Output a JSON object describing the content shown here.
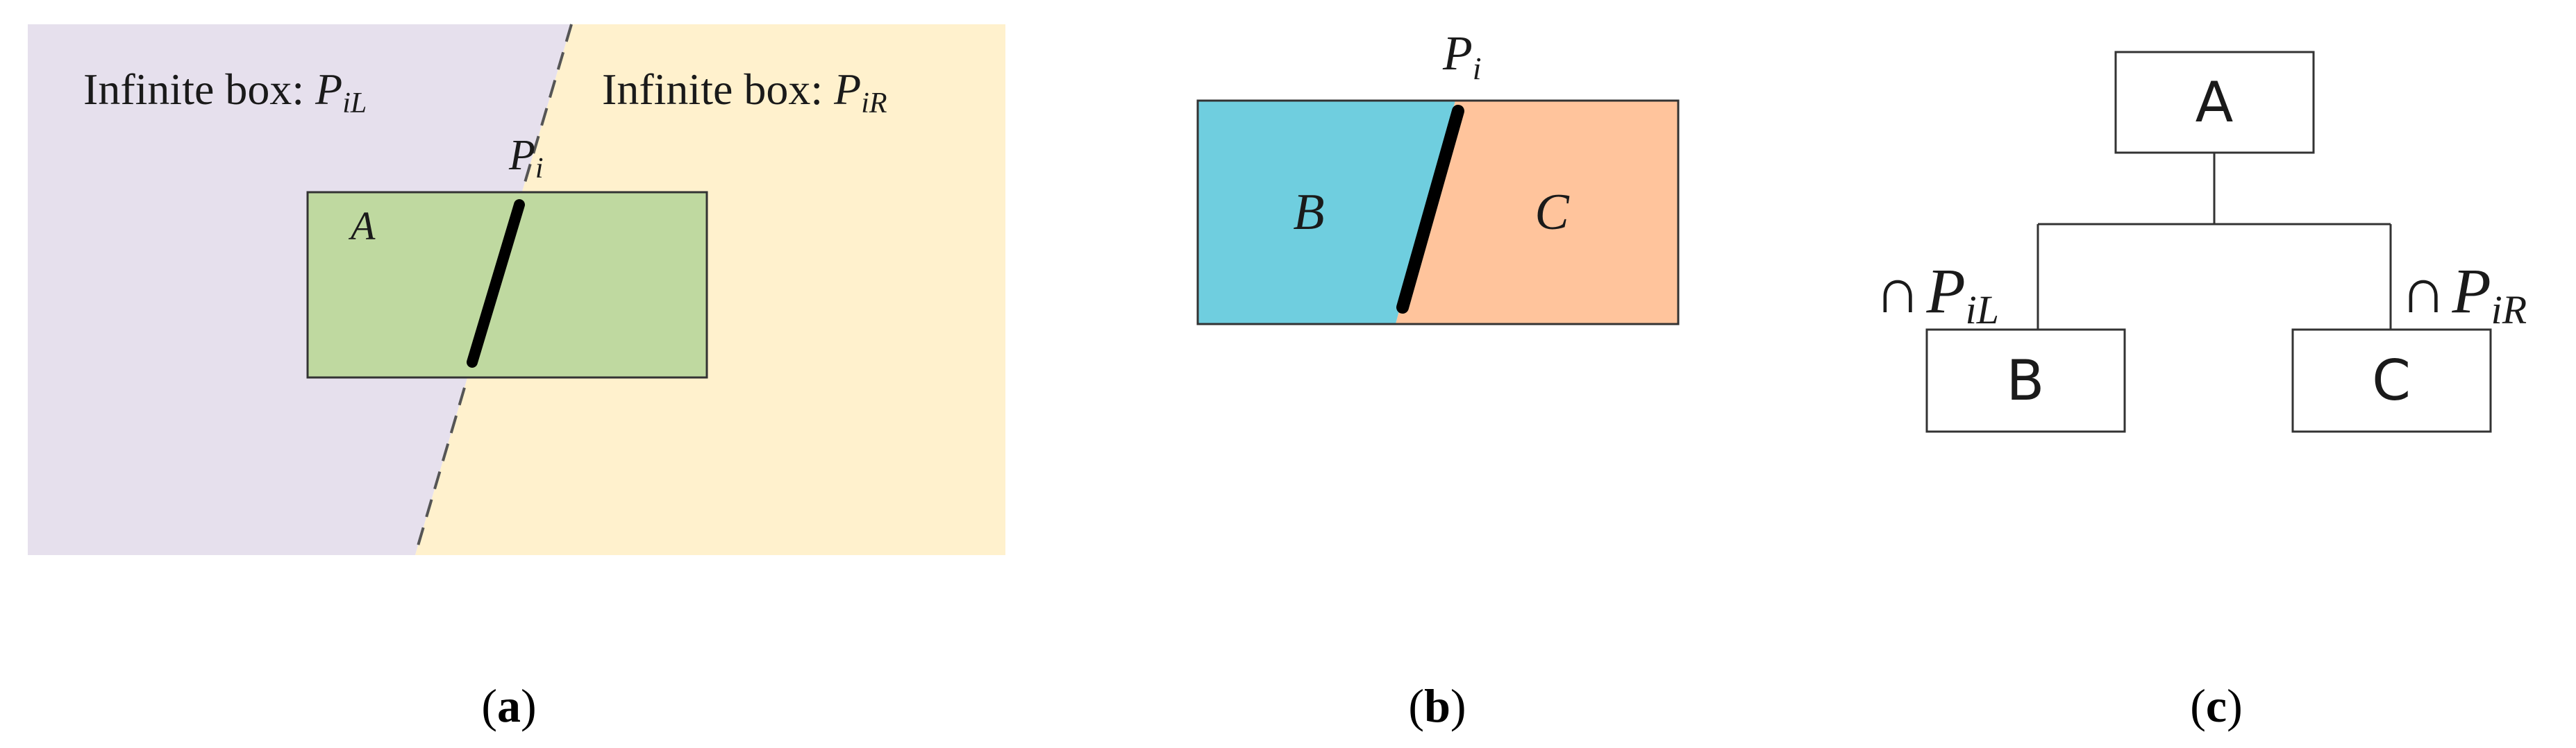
{
  "panel_a": {
    "left_label_text": "Infinite box: ",
    "left_label_sym": "P",
    "left_label_sub": "iL",
    "right_label_text": "Infinite box: ",
    "right_label_sym": "P",
    "right_label_sub": "iR",
    "plane_sym": "P",
    "plane_sub": "i",
    "box_label": "A",
    "caption": "a"
  },
  "panel_b": {
    "plane_sym": "P",
    "plane_sub": "i",
    "left_part_label": "B",
    "right_part_label": "C",
    "caption": "b"
  },
  "panel_c": {
    "root_label": "A",
    "left_child_label": "B",
    "right_child_label": "C",
    "left_edge_op": "∩",
    "left_edge_sym": "P",
    "left_edge_sub": "iL",
    "right_edge_op": "∩",
    "right_edge_sym": "P",
    "right_edge_sub": "iR",
    "caption": "c"
  },
  "colors": {
    "left_half_space": "#e6e0ed",
    "right_half_space": "#fff1cd",
    "box_a_fill": "#bfd9a0",
    "part_b_fill": "#6fcedf",
    "part_c_fill": "#ffc49c"
  }
}
